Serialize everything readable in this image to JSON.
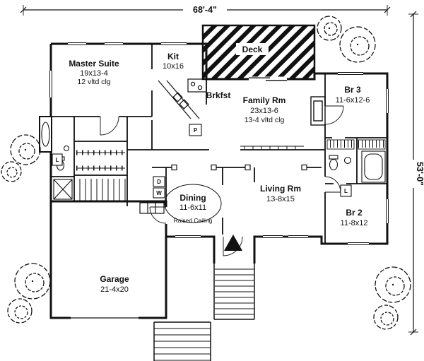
{
  "dimensions": {
    "width": "68'-4\"",
    "height": "53'-0\""
  },
  "rooms": {
    "master": {
      "name": "Master Suite",
      "size": "19x13-4",
      "note": "12 vltd clg"
    },
    "kit": {
      "name": "Kit",
      "size": "10x16"
    },
    "deck": {
      "name": "Deck"
    },
    "brkfst": {
      "name": "Brkfst"
    },
    "family": {
      "name": "Family Rm",
      "size": "23x13-6",
      "note": "13-4 vltd clg"
    },
    "br3": {
      "name": "Br 3",
      "size": "11-6x12-6"
    },
    "dining": {
      "name": "Dining",
      "size": "11-6x11",
      "note": "Raised Ceiling"
    },
    "living": {
      "name": "Living Rm",
      "size": "13-8x15"
    },
    "br2": {
      "name": "Br 2",
      "size": "11-8x12"
    },
    "garage": {
      "name": "Garage",
      "size": "21-4x20"
    }
  },
  "closets": {
    "pantry": "P",
    "linen_left": "L",
    "linen_hall": "L",
    "dryer": "D",
    "washer": "W"
  },
  "colors": {
    "ink": "#111111",
    "paper": "#ffffff"
  }
}
